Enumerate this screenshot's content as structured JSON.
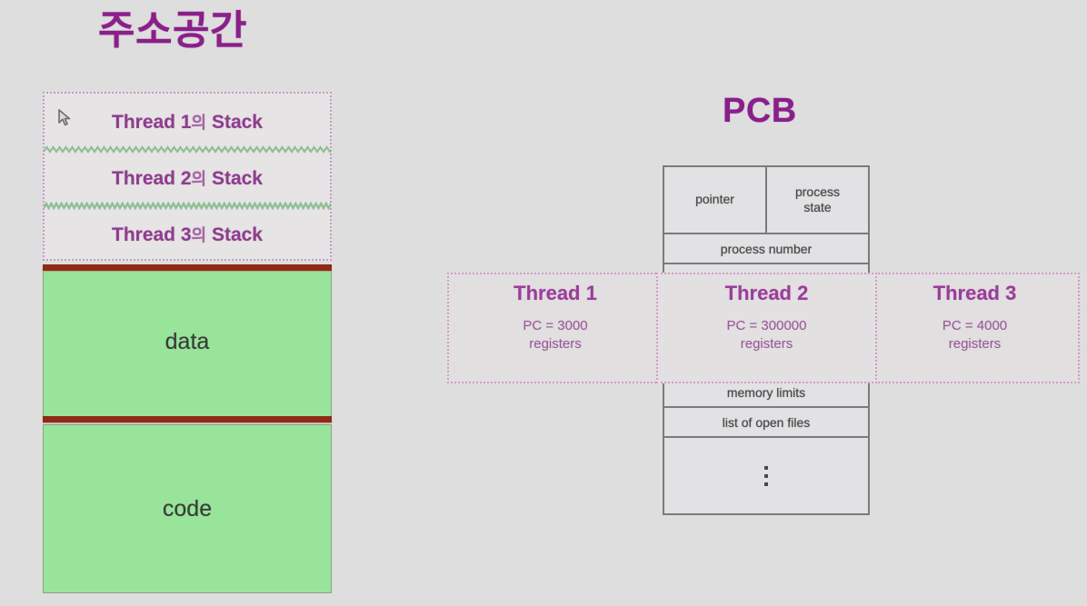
{
  "headings": {
    "address_space": "주소공간",
    "pcb": "PCB"
  },
  "colors": {
    "background": "#dedede",
    "heading_purple": "#8a1f8a",
    "stack_label_purple": "#8e3d8e",
    "thread_title_purple": "#9b3d9b",
    "memory_green": "#99e49b",
    "divider_maroon": "#8e2a18",
    "wave_green": "#8fbf93",
    "table_border_gray": "#7b7b7b",
    "dotted_border_pink": "#d49cc8"
  },
  "address_space": {
    "stacks": [
      {
        "label": "Thread 1",
        "suffix_kr": "의",
        "kind": "Stack"
      },
      {
        "label": "Thread 2",
        "suffix_kr": "의",
        "kind": "Stack"
      },
      {
        "label": "Thread 3",
        "suffix_kr": "의",
        "kind": "Stack"
      }
    ],
    "blocks": [
      {
        "label": "data"
      },
      {
        "label": "code"
      }
    ],
    "cursor_icon": "mouse-pointer-icon"
  },
  "pcb": {
    "rows": [
      {
        "type": "split",
        "left": "pointer",
        "right_line1": "process",
        "right_line2": "state"
      },
      {
        "type": "single",
        "label": "process number"
      },
      {
        "type": "spacer",
        "label": ""
      },
      {
        "type": "single",
        "label": "memory limits"
      },
      {
        "type": "single",
        "label": "list of open files"
      },
      {
        "type": "ellipsis",
        "label": "⋮"
      }
    ]
  },
  "threads": [
    {
      "title": "Thread 1",
      "pc": "PC = 3000",
      "registers": "registers"
    },
    {
      "title": "Thread 2",
      "pc": "PC =  300000",
      "registers": "registers"
    },
    {
      "title": "Thread 3",
      "pc": "PC =  4000",
      "registers": "registers"
    }
  ]
}
